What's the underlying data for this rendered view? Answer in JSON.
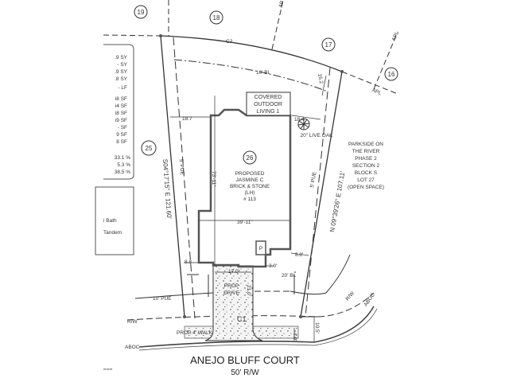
{
  "lots": {
    "l19": "19",
    "l18": "18",
    "l17": "17",
    "l16": "16",
    "l25": "25",
    "l26": "26"
  },
  "table": {
    "rows1": [
      ".9 SY",
      "- SY",
      ".9 SY",
      ".8 SY",
      "- LF"
    ],
    "rows2": [
      "i8 SF",
      "i4 SF",
      "i8 SF",
      "i9 SF",
      "- SF",
      "9 SF",
      "8 SF"
    ],
    "pcts": [
      "33.1 %",
      "5.3 %",
      "38.5 %"
    ],
    "box2": [
      "i Bath",
      "Tandem"
    ],
    "footer": "ement"
  },
  "labels": {
    "c2": "C2",
    "c1": "C1",
    "bl10": "10' BL",
    "bl20": "20' BL",
    "pue10": "10' PUE",
    "pue5_left": "5' PUE",
    "pue5_right": "5' PUE",
    "apl1": "APL",
    "apl2": "APL",
    "ap_top": "AP",
    "rw_left": "R/W",
    "rw_right": "R/W",
    "aboc_left": "ABOC",
    "aboc_right": "ABOC",
    "covered": [
      "COVERED",
      "OUTDOOR",
      "LIVING 1"
    ],
    "tree": "20\" LIVE OAK",
    "house": [
      "PROPOSED",
      "JASMINE C",
      "BRICK & STONE",
      "(LH)",
      "# 113"
    ],
    "parkside": [
      "PARKSIDE ON",
      "THE RIVER",
      "PHASE 2",
      "SECTION 2",
      "BLOCK S",
      "LOT 27",
      "(OPEN SPACE)"
    ],
    "drive": [
      "PROP",
      "DRIVE"
    ],
    "walk": "PROP 4' WALK",
    "p": "P",
    "bearing_left": "S04°17'15\" E 121.60'",
    "bearing_right": "N 09°39'26\" E 107.11'"
  },
  "dims": {
    "d18_7": "18.7",
    "d18_4": "18.4",
    "d16_2": "16.2",
    "d73_11": "73'-11\"",
    "d39_11": "39'-11\"",
    "d8_8a": "8.8",
    "d8_8b": "8.8'",
    "d17_0": "17.0'",
    "d3_0": "3.0'",
    "d21_0": "21.0'",
    "d10_5": "10.5'",
    "d4_0": "4.0'"
  },
  "street": {
    "name": "ANEJO BLUFF COURT",
    "row": "50' R/W"
  }
}
